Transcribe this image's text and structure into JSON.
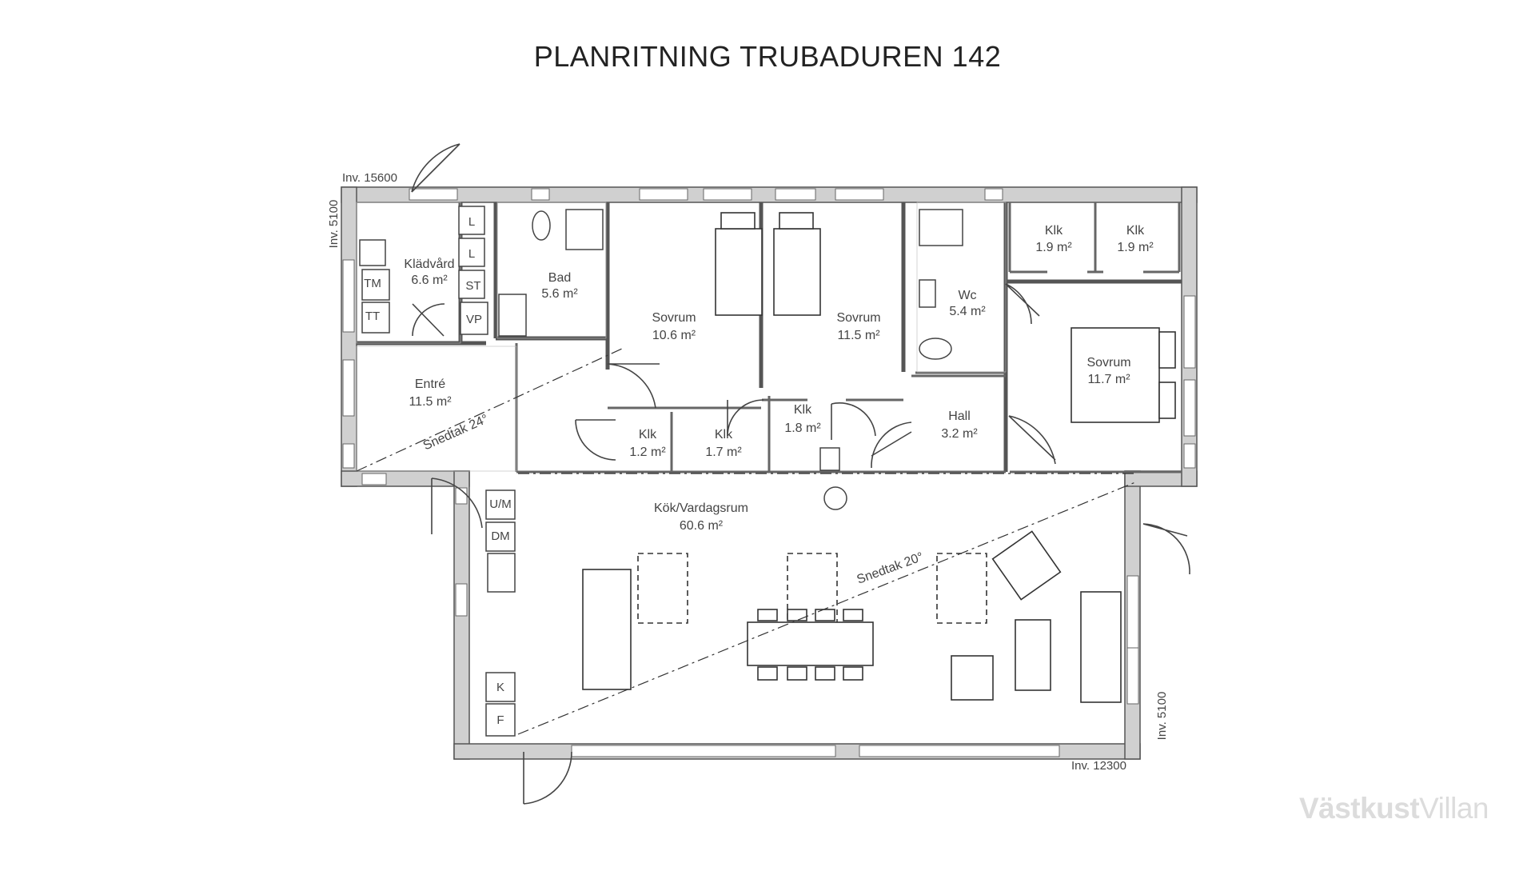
{
  "title": "PLANRITNING TRUBADUREN 142",
  "logo": {
    "bold": "Västkust",
    "light": "Villan"
  },
  "dimensions": {
    "top": "Inv. 15600",
    "left": "Inv. 5100",
    "right": "Inv. 5100",
    "bottom": "Inv. 12300"
  },
  "rooms": {
    "kladvard": {
      "name": "Klädvård",
      "area": "6.6 m²"
    },
    "bad": {
      "name": "Bad",
      "area": "5.6 m²"
    },
    "sovrum1": {
      "name": "Sovrum",
      "area": "10.6 m²"
    },
    "sovrum2": {
      "name": "Sovrum",
      "area": "11.5 m²"
    },
    "wc": {
      "name": "Wc",
      "area": "5.4 m²"
    },
    "klk_a": {
      "name": "Klk",
      "area": "1.9 m²"
    },
    "klk_b": {
      "name": "Klk",
      "area": "1.9 m²"
    },
    "sovrum3": {
      "name": "Sovrum",
      "area": "11.7 m²"
    },
    "entre": {
      "name": "Entré",
      "area": "11.5 m²"
    },
    "klk_c": {
      "name": "Klk",
      "area": "1.2 m²"
    },
    "klk_d": {
      "name": "Klk",
      "area": "1.7 m²"
    },
    "klk_e": {
      "name": "Klk",
      "area": "1.8 m²"
    },
    "hall": {
      "name": "Hall",
      "area": "3.2 m²"
    },
    "kok": {
      "name": "Kök/Vardagsrum",
      "area": "60.6 m²"
    }
  },
  "appliances": {
    "l1": "L",
    "l2": "L",
    "st": "ST",
    "vp": "VP",
    "tm": "TM",
    "tt": "TT",
    "um": "U/M",
    "dm": "DM",
    "k": "K",
    "f": "F"
  },
  "slopes": {
    "upper": "Snedtak 24°",
    "lower": "Snedtak 20°"
  }
}
